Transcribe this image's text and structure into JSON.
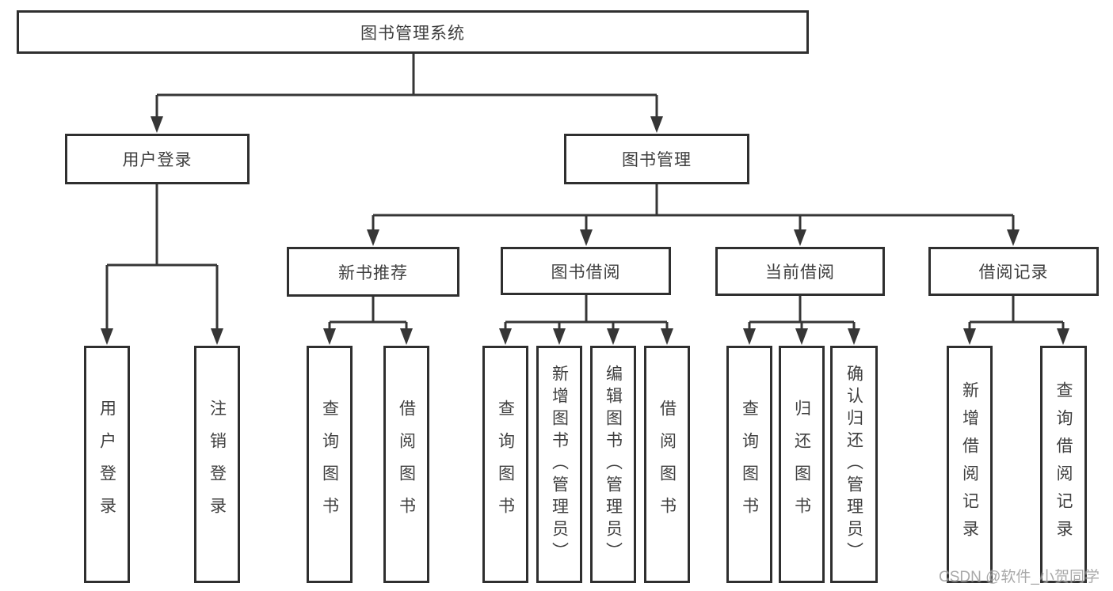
{
  "diagram": {
    "title": "图书管理系统",
    "root": {
      "label": "图书管理系统"
    },
    "level2": [
      {
        "label": "用户登录"
      },
      {
        "label": "图书管理"
      }
    ],
    "level3": [
      {
        "label": "新书推荐"
      },
      {
        "label": "图书借阅"
      },
      {
        "label": "当前借阅"
      },
      {
        "label": "借阅记录"
      }
    ],
    "leaves": [
      {
        "label": "用户登录",
        "parent": "用户登录"
      },
      {
        "label": "注销登录",
        "parent": "用户登录"
      },
      {
        "label": "查询图书",
        "parent": "新书推荐"
      },
      {
        "label": "借阅图书",
        "parent": "新书推荐"
      },
      {
        "label": "查询图书",
        "parent": "图书借阅"
      },
      {
        "label": "新增图书（管理员）",
        "parent": "图书借阅"
      },
      {
        "label": "编辑图书（管理员）",
        "parent": "图书借阅"
      },
      {
        "label": "借阅图书",
        "parent": "图书借阅"
      },
      {
        "label": "查询图书",
        "parent": "当前借阅"
      },
      {
        "label": "归还图书",
        "parent": "当前借阅"
      },
      {
        "label": "确认归还（管理员）",
        "parent": "当前借阅"
      },
      {
        "label": "新增借阅记录",
        "parent": "借阅记录"
      },
      {
        "label": "查询借阅记录",
        "parent": "借阅记录"
      }
    ]
  },
  "watermark": {
    "text": "CSDN @软件_小贺同学"
  },
  "colors": {
    "line": "#363636",
    "border": "#2f2f2f",
    "text": "#3f3f3f",
    "background": "#ffffff",
    "watermark": "#8c8c8c"
  }
}
